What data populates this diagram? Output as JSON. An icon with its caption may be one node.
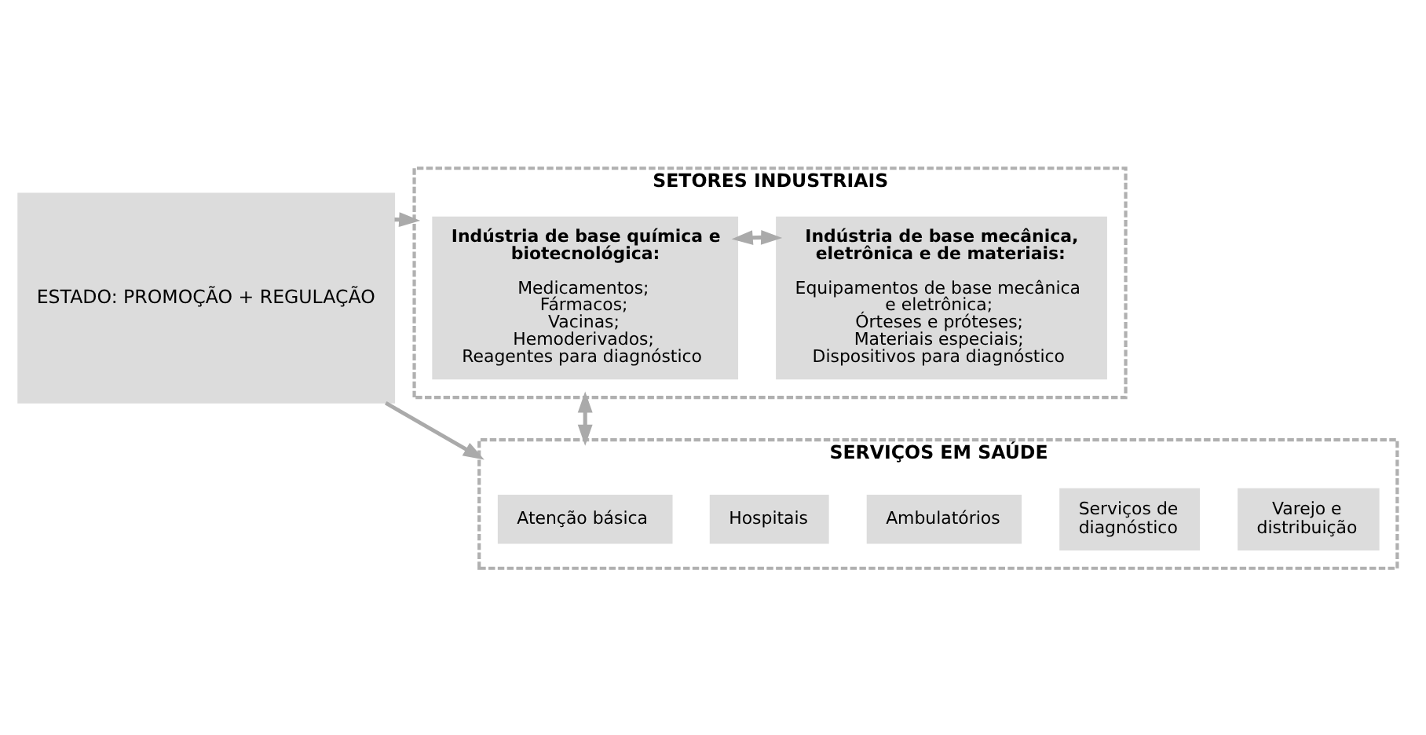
{
  "diagram": {
    "nodes": [
      {
        "text": [
          "ESTADO: PROMOÇÃO + REGULAÇÃO"
        ]
      },
      {
        "text": [
          "SETORES INDUSTRIAIS"
        ]
      },
      {
        "text": [
          "Indústria de base química e biotecnológica:",
          "Medicamentos;",
          "Fármacos;",
          "Vacinas;",
          "Hemoderivados;",
          "Reagentes para diagnóstico"
        ],
        "in": 1
      },
      {
        "text": [
          "Indústria de base mecânica, eletrônica e de materiais:",
          "Equipamentos de base mecânica e eletrônica;",
          "Órteses e próteses;",
          "Materiais especiais;",
          "Dispositivos para diagnóstico"
        ],
        "in": 1
      },
      {
        "text": [
          "SERVIÇOS EM SAÚDE"
        ]
      },
      {
        "text": [
          "Atenção básica"
        ],
        "in": 4
      },
      {
        "text": [
          "Hospitais"
        ],
        "in": 4
      },
      {
        "text": [
          "Ambulatórios"
        ],
        "in": 4
      },
      {
        "text": [
          "Serviços de diagnóstico"
        ],
        "in": 4
      },
      {
        "text": [
          "Varejo e distribuição"
        ],
        "in": 4
      }
    ],
    "edges": [
      {
        "from": 0,
        "to": 1,
        "arrow": "to"
      },
      {
        "from": 2,
        "to": 3,
        "arrow": "both"
      },
      {
        "from": 1,
        "to": 4,
        "arrow": "both"
      },
      {
        "from": 0,
        "to": 4,
        "arrow": "to"
      }
    ]
  }
}
